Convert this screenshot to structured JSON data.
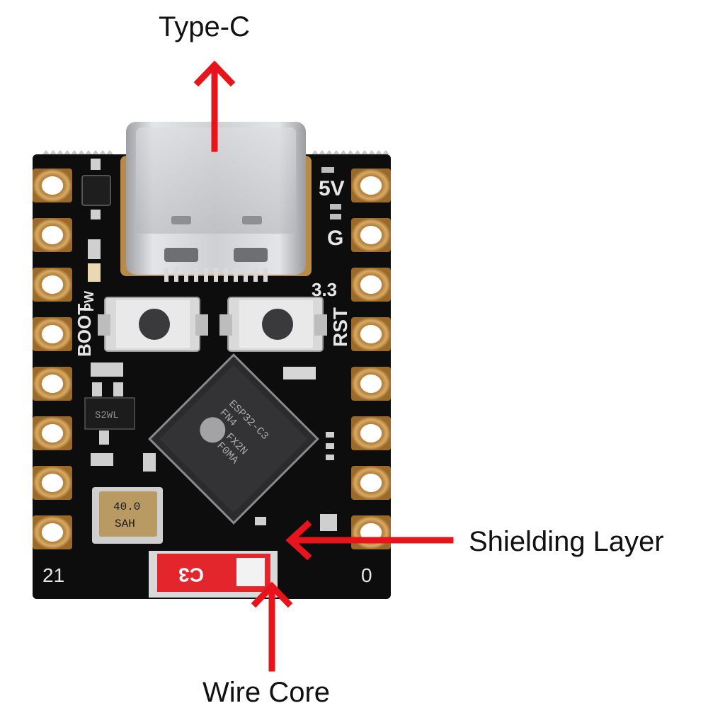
{
  "callouts": {
    "type_c": "Type-C",
    "shielding_layer": "Shielding Layer",
    "wire_core": "Wire Core"
  },
  "board": {
    "pin_labels": {
      "five_v": "5V",
      "ground": "G",
      "three_v3": "3.3",
      "reset": "RST",
      "boot": "BOOT",
      "power": "PW",
      "pin_21": "21",
      "pin_0": "0"
    },
    "chip_marking": [
      "ESP32-C3",
      "FN4",
      "FX2N",
      "F0MA"
    ],
    "crystal_marking": [
      "40.0",
      "SAH"
    ],
    "regulator_marking": "S2WL",
    "antenna_marking": "C3"
  },
  "colors": {
    "arrow": "#e8141b",
    "pcb": "#0d0d0d",
    "pad_gold": "#c9974e",
    "silkscreen": "#e6e6e6",
    "connector_metal": "#c8c9cc",
    "antenna_red": "#e3262b"
  }
}
